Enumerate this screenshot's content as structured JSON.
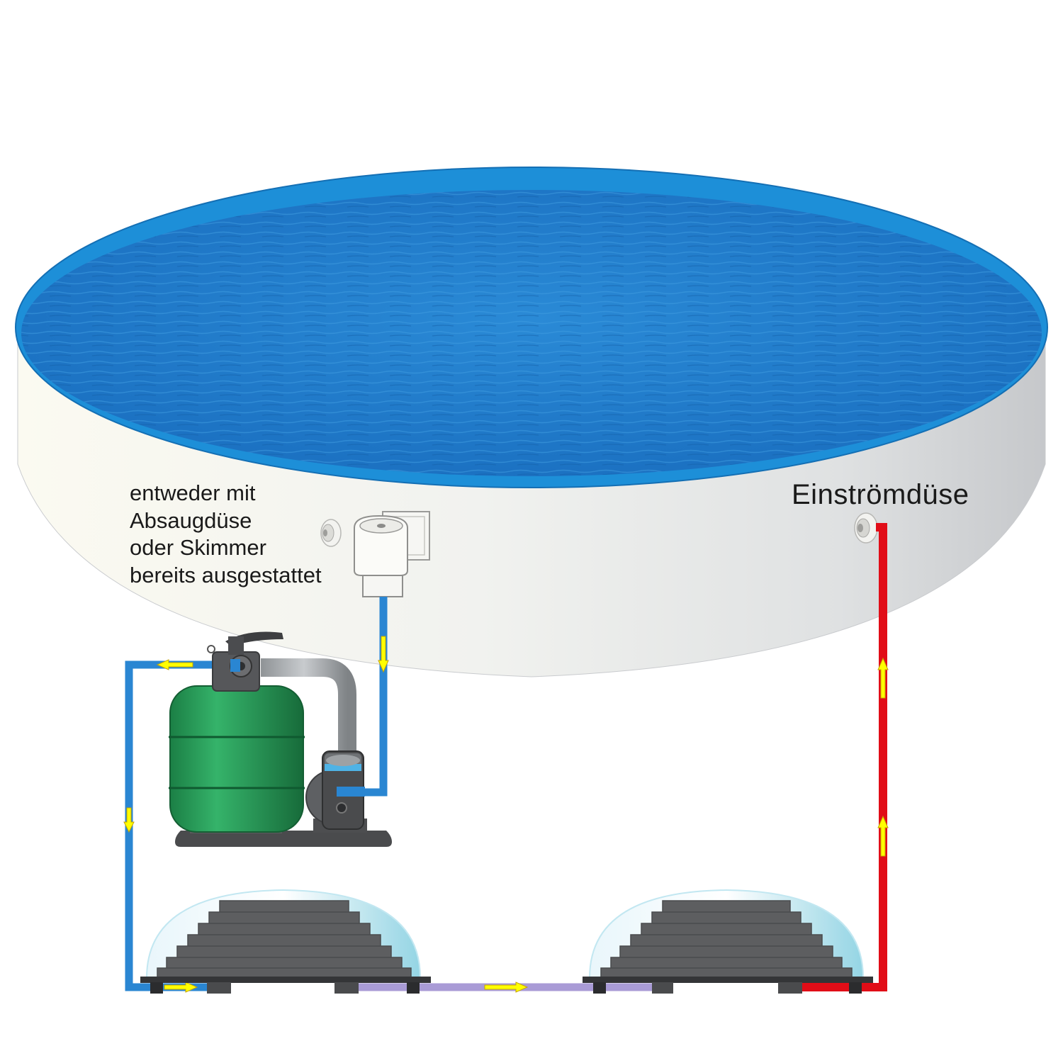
{
  "labels": {
    "skimmer_note": [
      "entweder mit",
      "Absaugdüse",
      "oder Skimmer",
      "bereits ausgestattet"
    ],
    "inlet_nozzle": "Einströmdüse"
  },
  "colors": {
    "pool_rim": "#1d8fd8",
    "water": "#1d7ccf",
    "pool_wall_light": "#fbfaf3",
    "pool_wall_dark": "#c9cbce",
    "suction_pipe": "#2a86d2",
    "solar_link_pipe": "#a99bd6",
    "heated_return_pipe": "#e10d17",
    "flow_arrow": "#ffff00",
    "filter_tank": "#249a55",
    "solar_collector": "#5d5e60",
    "collector_dome": "#c8ecf4"
  },
  "icons": {
    "wall_nozzle": "nozzle-icon",
    "skimmer": "skimmer-icon",
    "filter": "sand-filter-icon",
    "pump": "pump-icon",
    "solar_collector": "solar-collector-icon",
    "flow": "flow-arrow-icon"
  }
}
